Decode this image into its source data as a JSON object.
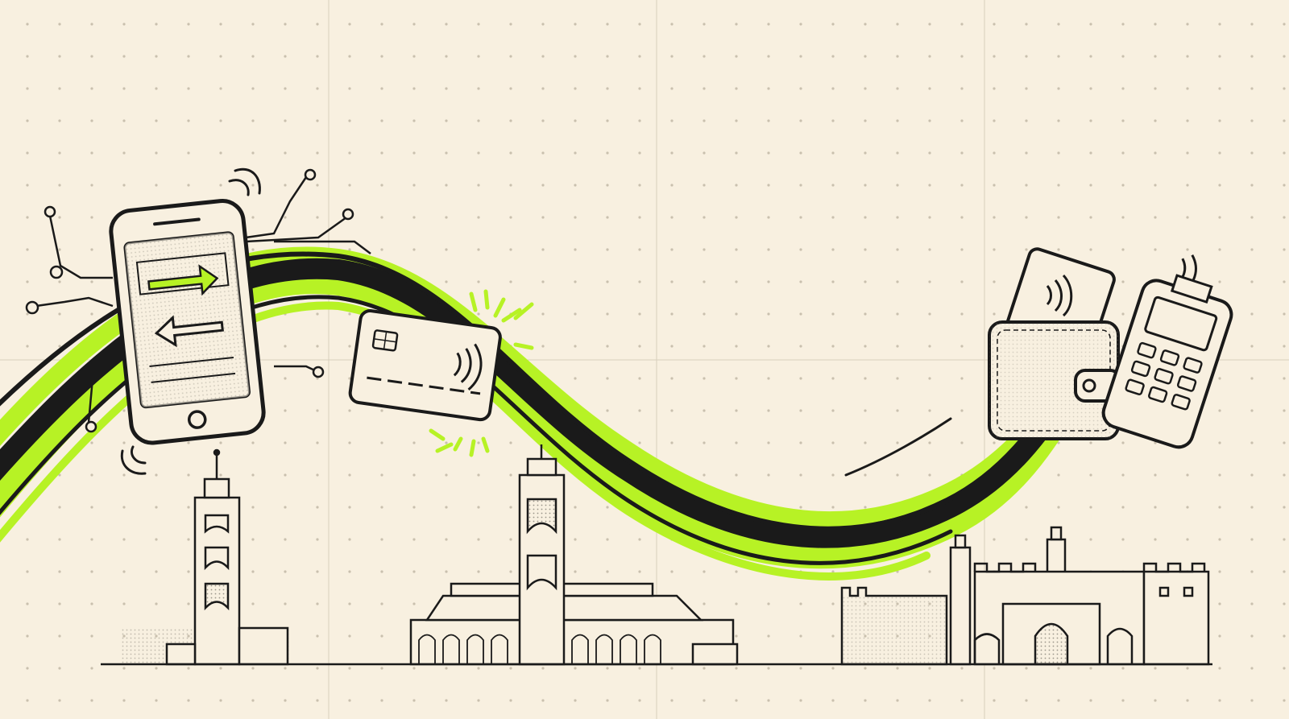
{
  "illustration": {
    "background_color": "#f8f0e0",
    "ink_color": "#1a1a1a",
    "accent_color": "#b7f225",
    "grid_color": "#c9c0ae",
    "icons": [
      "smartphone-transfer-icon",
      "contactless-card-icon",
      "wallet-icon",
      "payment-terminal-icon",
      "circuit-lines",
      "koutoubia-minaret",
      "hassan-ii-mosque",
      "medina-gate-walls"
    ]
  }
}
